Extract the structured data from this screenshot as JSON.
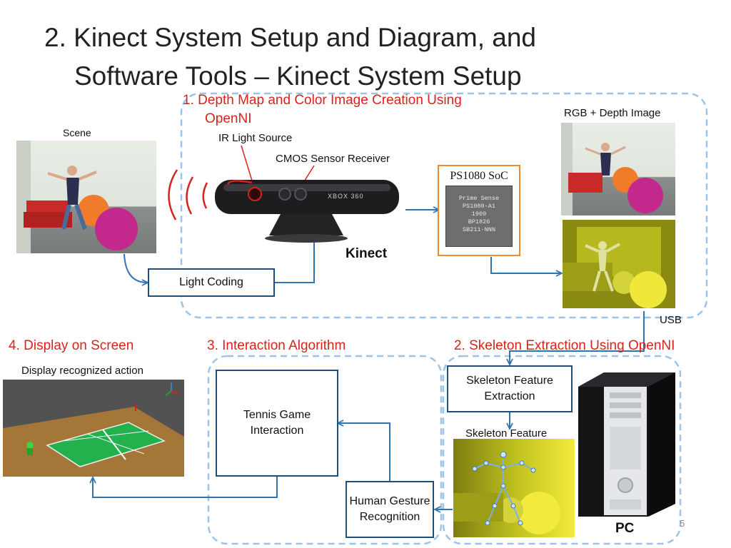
{
  "title": {
    "line1": "2. Kinect System Setup and Diagram, and",
    "line2": "Software Tools  – Kinect System Setup"
  },
  "sections": {
    "s1_line1": "1.  Depth Map and Color Image Creation Using",
    "s1_line2": "OpenNI",
    "s2": "2. Skeleton Extraction Using OpenNI",
    "s3": "3. Interaction Algorithm",
    "s4": "4. Display on Screen"
  },
  "labels": {
    "scene": "Scene",
    "ir_light_source": "IR Light Source",
    "cmos_sensor": "CMOS Sensor Receiver",
    "kinect": "Kinect",
    "soc": "PS1080 SoC",
    "rgb_depth": "RGB + Depth Image",
    "usb": "USB",
    "display_recognized": "Display recognized action",
    "skeleton_feature": "Skeleton Feature",
    "pc": "PC",
    "page_number": "5"
  },
  "boxes": {
    "light_coding": "Light Coding",
    "skeleton_extraction": "Skeleton Feature Extraction",
    "tennis_interaction": "Tennis Game Interaction",
    "gesture_recognition": "Human Gesture Recognition"
  },
  "device_text": {
    "kinect_brand": "XBOX 360",
    "chip_lines": [
      "Prime Sense",
      "PS1080-A1",
      "1909",
      "BP1826",
      "SB211-NNN"
    ]
  },
  "colors": {
    "section_red": "#d8221c",
    "arrow_blue": "#2e75b6",
    "box_border": "#1f4e79",
    "dashed_region": "#9dc3e6",
    "soc_border": "#f08a24",
    "court_green": "#22b14c",
    "court_floor": "#a47638"
  }
}
